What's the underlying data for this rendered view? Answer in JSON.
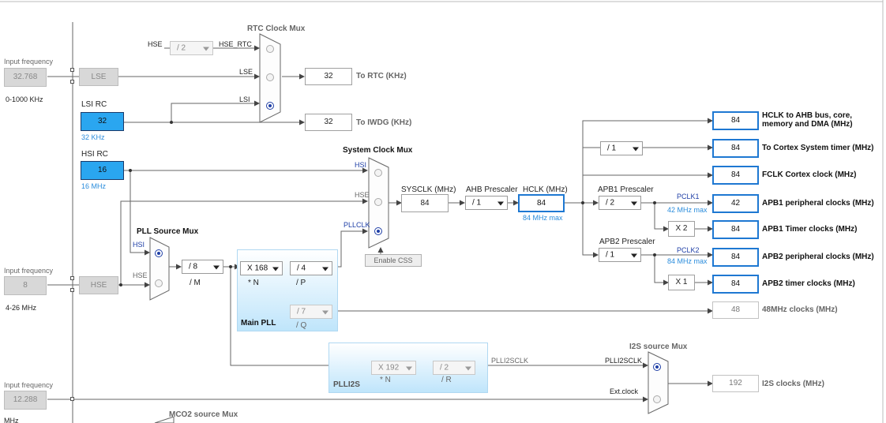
{
  "input": {
    "lse_freq_label": "Input frequency",
    "lse_freq_value": "32.768",
    "lse_range": "0-1000 KHz",
    "hse_freq_label": "Input frequency",
    "hse_freq_value": "8",
    "hse_range": "4-26 MHz",
    "ext_freq_label": "Input frequency",
    "ext_freq_value": "12.288",
    "ext_unit": "MHz"
  },
  "sources": {
    "lse": "LSE",
    "lsi_rc": "LSI RC",
    "lsi_value": "32",
    "lsi_sub": "32 KHz",
    "hsi_rc": "HSI RC",
    "hsi_value": "16",
    "hsi_sub": "16 MHz",
    "hse": "HSE"
  },
  "rtc": {
    "title": "RTC Clock Mux",
    "hse_label": "HSE",
    "hse_div": "/ 2",
    "hse_rtc": "HSE_RTC",
    "lse_label": "LSE",
    "lsi_label": "LSI",
    "rtc_value": "32",
    "rtc_label": "To RTC (KHz)",
    "iwdg_value": "32",
    "iwdg_label": "To IWDG (KHz)"
  },
  "sysmux": {
    "title": "System Clock Mux",
    "hsi": "HSI",
    "hse": "HSE",
    "pllclk": "PLLCLK",
    "enable_css": "Enable CSS"
  },
  "pllsrc": {
    "title": "PLL Source Mux",
    "hsi": "HSI",
    "hse": "HSE",
    "m_value": "/ 8",
    "m_label": "/ M"
  },
  "mainpll": {
    "title": "Main PLL",
    "n_value": "X 168",
    "n_label": "* N",
    "p_value": "/ 4",
    "p_label": "/ P",
    "q_value": "/ 7",
    "q_label": "/ Q"
  },
  "sysclk": {
    "label": "SYSCLK (MHz)",
    "value": "84",
    "ahb_label": "AHB Prescaler",
    "ahb_value": "/ 1",
    "hclk_label": "HCLK (MHz)",
    "hclk_value": "84",
    "hclk_max": "84 MHz max"
  },
  "apb": {
    "cortex_div": "/ 1",
    "apb1_label": "APB1 Prescaler",
    "apb1_value": "/ 2",
    "pclk1": "PCLK1",
    "pclk1_max": "42 MHz max",
    "apb1_timer_mult": "X 2",
    "apb2_label": "APB2 Prescaler",
    "apb2_value": "/ 1",
    "pclk2": "PCLK2",
    "pclk2_max": "84 MHz max",
    "apb2_timer_mult": "X 1"
  },
  "outputs": [
    {
      "value": "84",
      "label": "HCLK to AHB bus, core,",
      "label2": "memory and DMA (MHz)"
    },
    {
      "value": "84",
      "label": "To Cortex System timer (MHz)"
    },
    {
      "value": "84",
      "label": "FCLK Cortex clock (MHz)"
    },
    {
      "value": "42",
      "label": "APB1 peripheral clocks (MHz)"
    },
    {
      "value": "84",
      "label": "APB1 Timer clocks (MHz)"
    },
    {
      "value": "84",
      "label": "APB2 peripheral clocks (MHz)"
    },
    {
      "value": "84",
      "label": "APB2 timer clocks (MHz)"
    }
  ],
  "clk48": {
    "value": "48",
    "label": "48MHz clocks (MHz)"
  },
  "plli2s": {
    "title": "PLLI2S",
    "n_value": "X 192",
    "n_label": "* N",
    "r_value": "/ 2",
    "r_label": "/ R",
    "clk_label": "PLLI2SCLK"
  },
  "i2s": {
    "title": "I2S source Mux",
    "plli2sclk": "PLLI2SCLK",
    "ext": "Ext.clock",
    "value": "192",
    "label": "I2S clocks (MHz)"
  },
  "mco2": {
    "title": "MCO2 source Mux"
  },
  "colors": {
    "accent": "#2aa6f0",
    "border_blue": "#1e78d2",
    "mux_blue": "#1f3fa6"
  }
}
